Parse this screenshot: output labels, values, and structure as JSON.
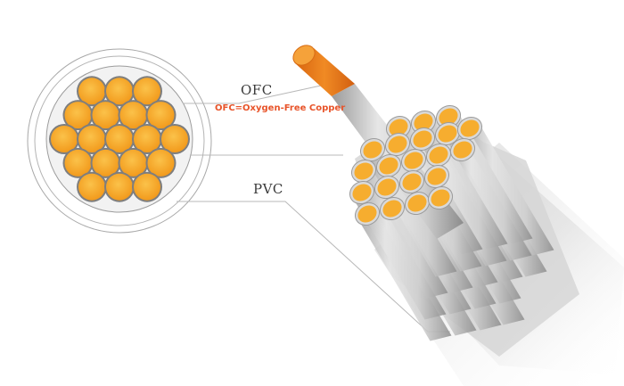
{
  "labels": {
    "ofc": "OFC",
    "ofc_definition": "OFC=Oxygen-Free Copper",
    "pvc": "PVC"
  },
  "colors": {
    "copper": "#f5a830",
    "copper_cut": "#f8ae2e",
    "copper_conductor_end": "#e8731f",
    "strand_ring": "#8a8a8a",
    "insulation": "#d0d0d0",
    "leader_line": "#b8b8b8",
    "definition_text": "#e8542a",
    "label_text": "#3a3a3a"
  },
  "cross_section": {
    "strand_count": 19,
    "description_words": [
      "copper strands",
      "PVC jacket"
    ]
  }
}
